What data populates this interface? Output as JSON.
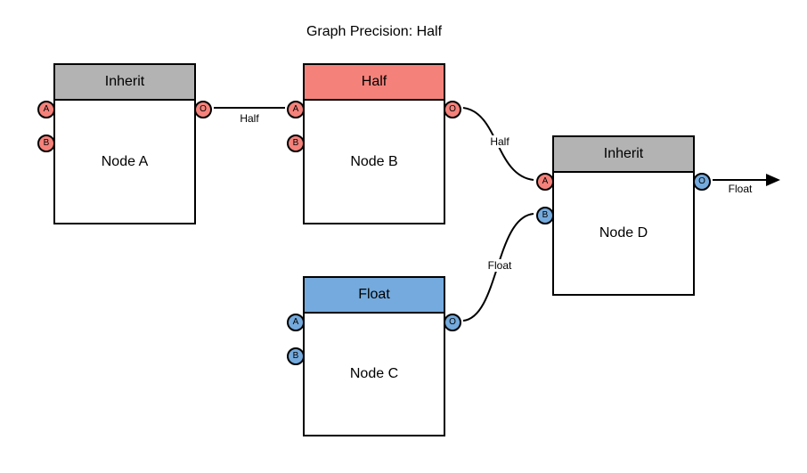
{
  "title": "Graph Precision: Half",
  "colors": {
    "inherit": "#b3b3b3",
    "half": "#f4827b",
    "float": "#74aadd",
    "background": "#ffffff"
  },
  "nodes": [
    {
      "name": "Node A",
      "header": "Inherit",
      "ports": {
        "a": "A",
        "b": "B",
        "o": "O"
      }
    },
    {
      "name": "Node B",
      "header": "Half",
      "ports": {
        "a": "A",
        "b": "B",
        "o": "O"
      }
    },
    {
      "name": "Node C",
      "header": "Float",
      "ports": {
        "a": "A",
        "b": "B",
        "o": "O"
      }
    },
    {
      "name": "Node D",
      "header": "Inherit",
      "ports": {
        "a": "A",
        "b": "B",
        "o": "O"
      }
    }
  ],
  "edges": [
    {
      "label": "Half",
      "from": "Node A port O",
      "to": "Node B port A"
    },
    {
      "label": "Half",
      "from": "Node B port O",
      "to": "Node D port A"
    },
    {
      "label": "Float",
      "from": "Node C port O",
      "to": "Node D port B"
    },
    {
      "label": "Float",
      "from": "Node D port O",
      "to": "graph output arrow"
    }
  ]
}
